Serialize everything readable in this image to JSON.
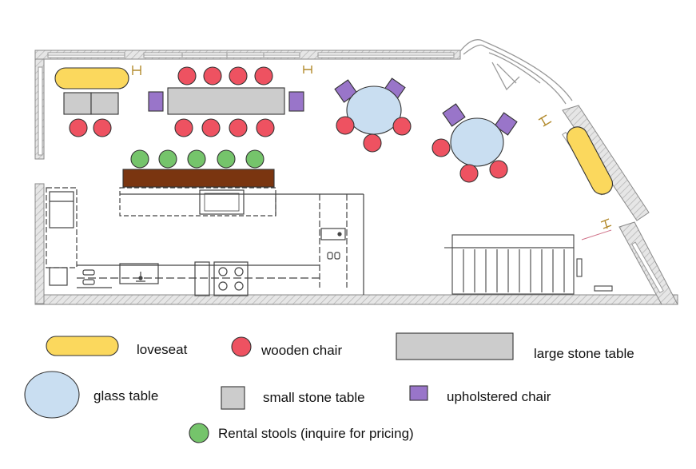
{
  "colors": {
    "loveseat": "#fbd85d",
    "wooden_chair": "#ee5261",
    "large_stone_table": "#cccccc",
    "glass_table": "#c9def1",
    "small_stone_table": "#cccccc",
    "upholstered_chair": "#9975c9",
    "rental_stool": "#75c46b",
    "counter": "#7a3510",
    "wall": "#bdbdbd"
  },
  "legend": {
    "loveseat": "loveseat",
    "wooden_chair": "wooden chair",
    "large_stone_table": "large stone table",
    "glass_table": "glass table",
    "small_stone_table": "small stone table",
    "upholstered_chair": "upholstered chair",
    "rental_stools": "Rental stools (inquire for pricing)"
  }
}
